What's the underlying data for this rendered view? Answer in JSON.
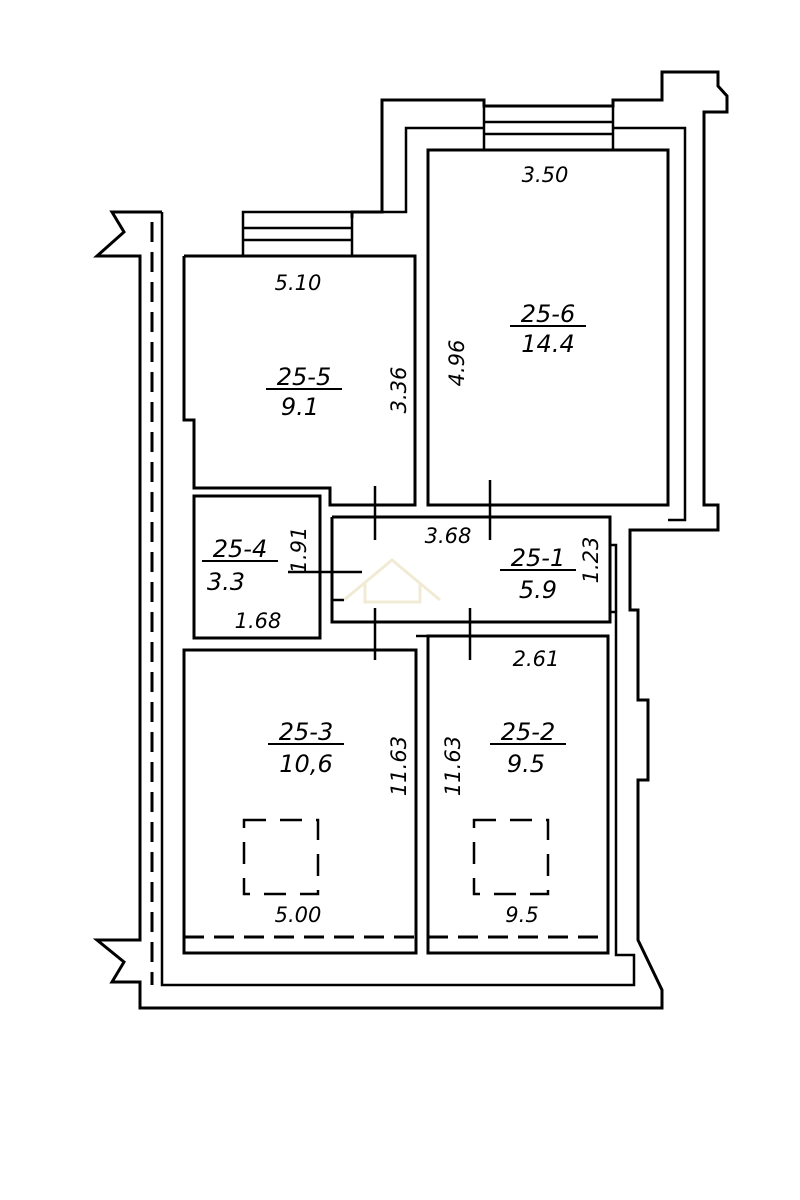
{
  "rooms": {
    "r1": {
      "id": "25-1",
      "area": "5.9"
    },
    "r2": {
      "id": "25-2",
      "area": "9.5"
    },
    "r3": {
      "id": "25-3",
      "area": "10,6"
    },
    "r4": {
      "id": "25-4",
      "area": "3.3"
    },
    "r5": {
      "id": "25-5",
      "area": "9.1"
    },
    "r6": {
      "id": "25-6",
      "area": "14.4"
    }
  },
  "dimensions": {
    "r6_width": "3.50",
    "r6_length": "4.96",
    "r5_width": "5.10",
    "r5_length": "3.36",
    "r4_height": "1.91",
    "r4_width": "1.68",
    "r1_length": "3.68",
    "r1_width": "1.23",
    "r2_width": "2.61",
    "r3_length": "11.63",
    "r2_length": "11.63",
    "r3_width": "5.00",
    "r2_bottom": "9.5"
  }
}
